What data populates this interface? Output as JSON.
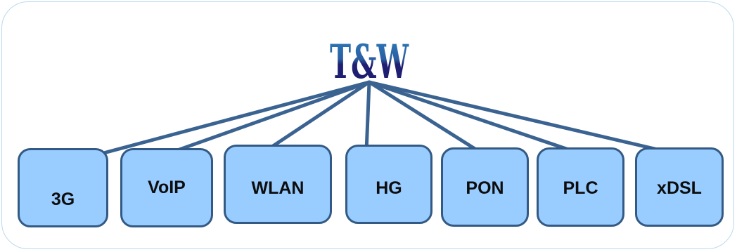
{
  "diagram": {
    "root": {
      "logo_text": "T&W",
      "logo_colors": [
        "#2c7fbd",
        "#1e1e72"
      ]
    },
    "nodes": [
      {
        "id": "3g",
        "label": "3G"
      },
      {
        "id": "voip",
        "label": "VoIP"
      },
      {
        "id": "wlan",
        "label": "WLAN"
      },
      {
        "id": "hg",
        "label": "HG"
      },
      {
        "id": "pon",
        "label": "PON"
      },
      {
        "id": "plc",
        "label": "PLC"
      },
      {
        "id": "xdsl",
        "label": "xDSL"
      }
    ],
    "colors": {
      "node_fill": "#99ccff",
      "node_border": "#335a84",
      "connector": "#3b6391",
      "frame_border": "#b9d9ee"
    }
  }
}
